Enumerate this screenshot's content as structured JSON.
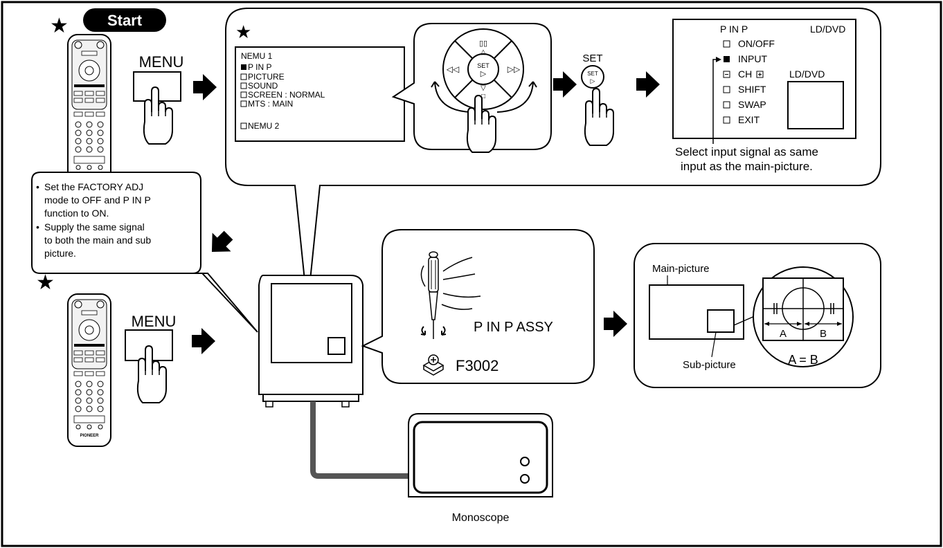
{
  "start_label": "Start",
  "menu_label_top": "MENU",
  "menu_label_bottom": "MENU",
  "osd_menu": {
    "title": "NEMU 1",
    "items": [
      "P IN P",
      "PICTURE",
      "SOUND",
      "SCREEN : NORMAL",
      "MTS : MAIN"
    ],
    "footer": "NEMU 2"
  },
  "set_label": "SET",
  "set_button_text": "SET",
  "pinp_menu": {
    "title": "P IN P",
    "source": "LD/DVD",
    "items": [
      "ON/OFF",
      "INPUT",
      "CH",
      "SHIFT",
      "SWAP",
      "EXIT"
    ],
    "sub_label": "LD/DVD"
  },
  "select_note": [
    "Select input signal as same",
    "input as the main-picture."
  ],
  "setup_notes": [
    [
      "Set the FACTORY ADJ",
      "mode to OFF and P IN P",
      "function to ON."
    ],
    [
      "Supply the same signal",
      "to both the main and sub",
      "picture."
    ]
  ],
  "assy_label": "P IN P  ASSY",
  "part_label": "F3002",
  "main_picture_label": "Main-picture",
  "sub_picture_label": "Sub-picture",
  "label_a": "A",
  "label_b": "B",
  "equation": "A = B",
  "monoscope_label": "Monoscope",
  "remote_brand": "PIONEER"
}
